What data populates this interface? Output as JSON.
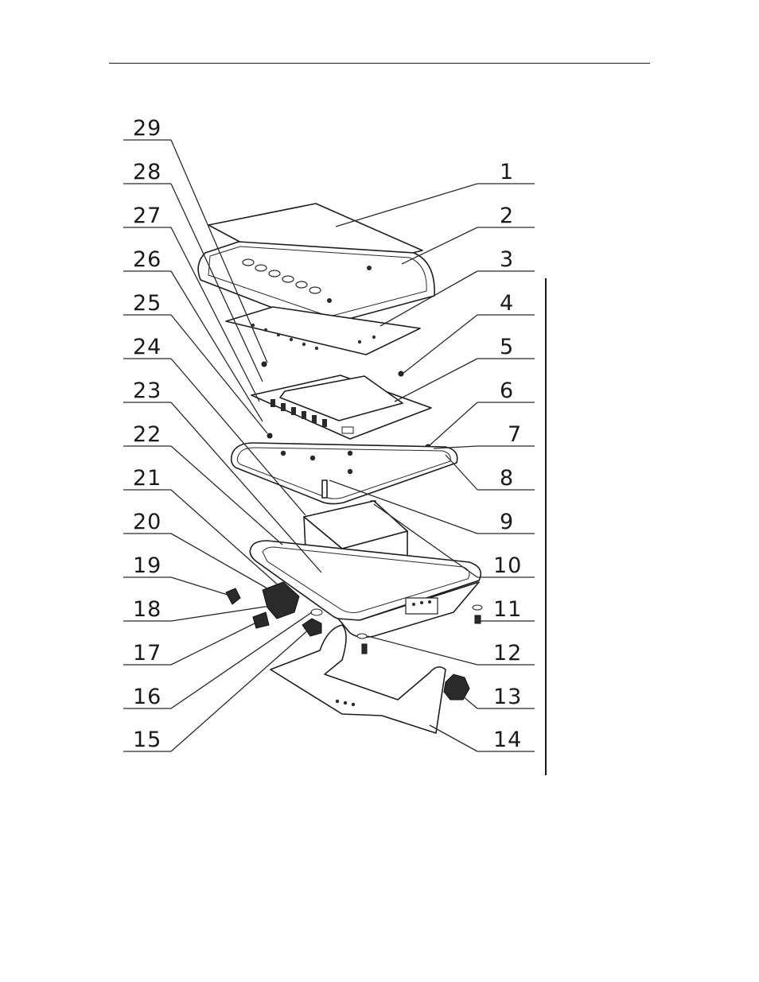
{
  "diagram": {
    "callouts_left": [
      "29",
      "28",
      "27",
      "26",
      "25",
      "24",
      "23",
      "22",
      "21",
      "20",
      "19",
      "18",
      "17",
      "16",
      "15"
    ],
    "callouts_right": [
      "1",
      "2",
      "3",
      "4",
      "5",
      "6",
      "7",
      "8",
      "9",
      "10",
      "11",
      "12",
      "13",
      "14"
    ]
  },
  "colors": {
    "ink": "#1e1e1e",
    "paper": "#ffffff"
  }
}
